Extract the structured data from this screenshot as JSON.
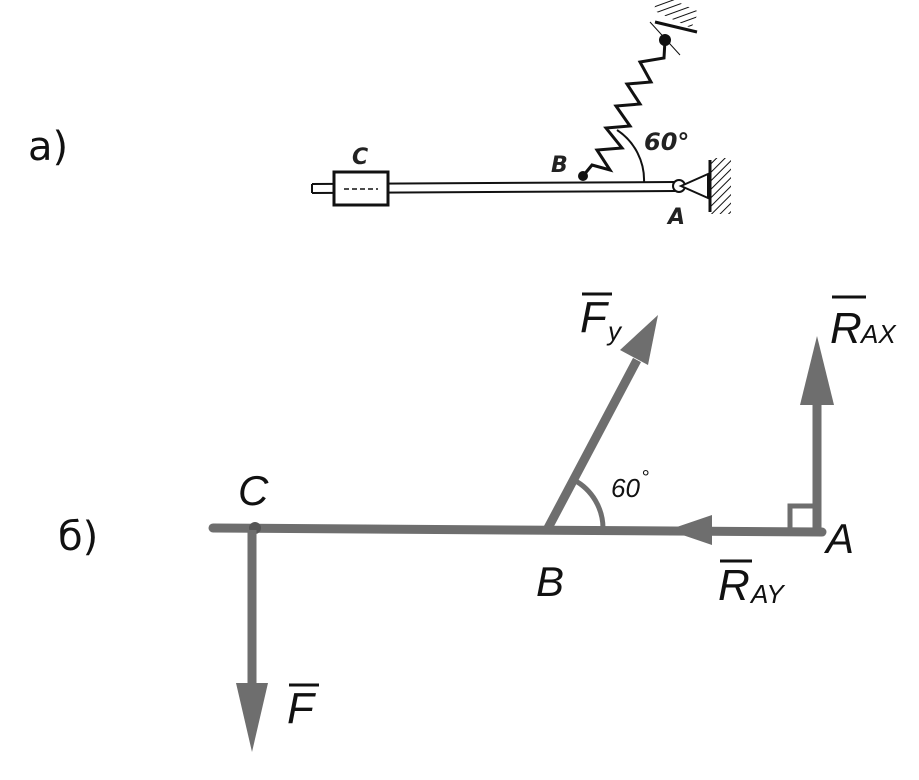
{
  "part_a": {
    "label": "а)",
    "point_c": "C",
    "point_b": "B",
    "point_a": "A",
    "angle": "60°"
  },
  "part_b": {
    "label": "б)",
    "point_c": "C",
    "point_b": "B",
    "point_a": "A",
    "angle_value": "60",
    "angle_degree": "°",
    "force_f": "F",
    "force_fy_main": "F",
    "force_fy_sub": "y",
    "force_rax_main": "R",
    "force_rax_sub": "AX",
    "force_ray_main": "R",
    "force_ray_sub": "AY"
  },
  "colors": {
    "ink": "#111111",
    "grey_beam": "#6e6e6e"
  }
}
